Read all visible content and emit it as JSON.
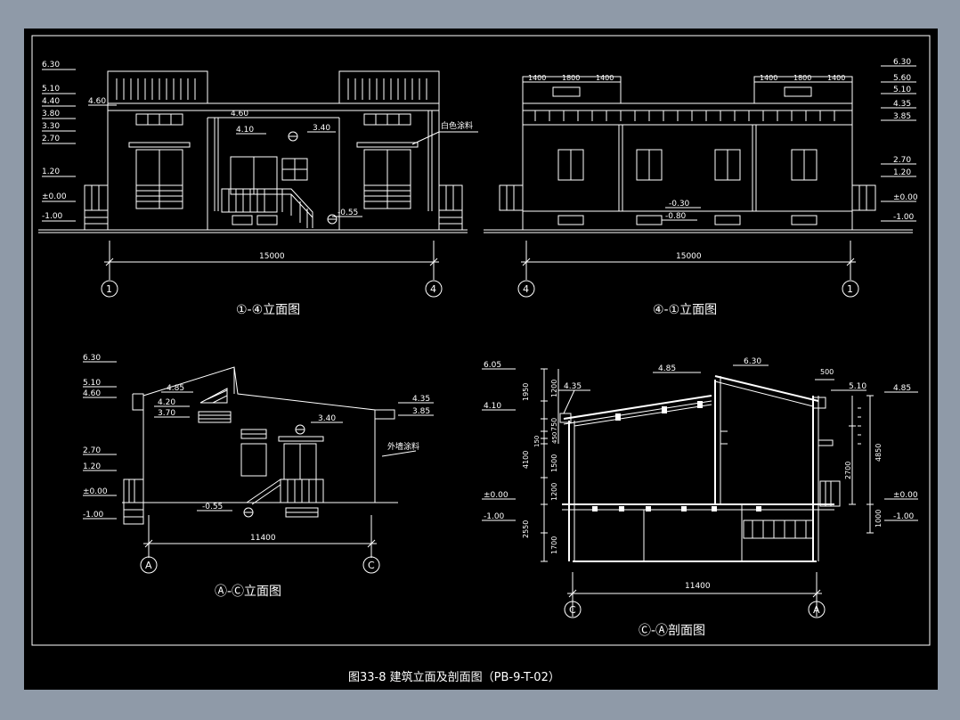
{
  "sheet_title": "图33-8 建筑立面及剖面图（PB-9-T-02）",
  "colors": {
    "background": "#000000",
    "line": "#ffffff",
    "page": "#8f9aa8"
  },
  "view1": {
    "title": "①-④立面图",
    "axis_left": "1",
    "axis_right": "4",
    "dimension": "15000",
    "note": "白色涂料",
    "levels": [
      "6.30",
      "5.10",
      "4.40",
      "3.80",
      "3.30",
      "2.70",
      "1.20",
      "±0.00",
      "-1.00"
    ],
    "tags": [
      "4.60",
      "4.60",
      "4.10",
      "3.40",
      "-0.55"
    ]
  },
  "view2": {
    "title": "④-①立面图",
    "axis_left": "4",
    "axis_right": "1",
    "dimension": "15000",
    "top_dims": [
      "1400",
      "1800",
      "1400",
      "1400",
      "1800",
      "1400"
    ],
    "levels": [
      "6.30",
      "5.60",
      "5.10",
      "4.35",
      "3.85",
      "2.70",
      "1.20",
      "±0.00",
      "-1.00"
    ],
    "tags": [
      "-0.30",
      "-0.80"
    ]
  },
  "view3": {
    "title": "Ⓐ-Ⓒ立面图",
    "axis_left": "A",
    "axis_right": "C",
    "dimension": "11400",
    "note": "外墙涂料",
    "levels": [
      "6.30",
      "5.10",
      "4.60",
      "2.70",
      "1.20",
      "±0.00",
      "-1.00"
    ],
    "tags": [
      "4.85",
      "4.20",
      "3.70",
      "3.40",
      "-0.55",
      "4.35",
      "3.85"
    ]
  },
  "view4": {
    "title": "Ⓒ-Ⓐ剖面图",
    "axis_left": "C",
    "axis_right": "A",
    "dimension": "11400",
    "left_levels": [
      "6.05",
      "4.10",
      "±0.00",
      "-1.00"
    ],
    "right_levels": [
      "4.85",
      "±0.00",
      "-1.00"
    ],
    "tags": [
      "4.35",
      "4.85",
      "6.30",
      "500",
      "5.10"
    ],
    "left_dims": [
      "1950",
      "1200",
      "750",
      "450",
      "150",
      "1500",
      "4100",
      "1200",
      "2550",
      "1700"
    ],
    "right_dims": [
      "4850",
      "2700",
      "1000"
    ]
  }
}
